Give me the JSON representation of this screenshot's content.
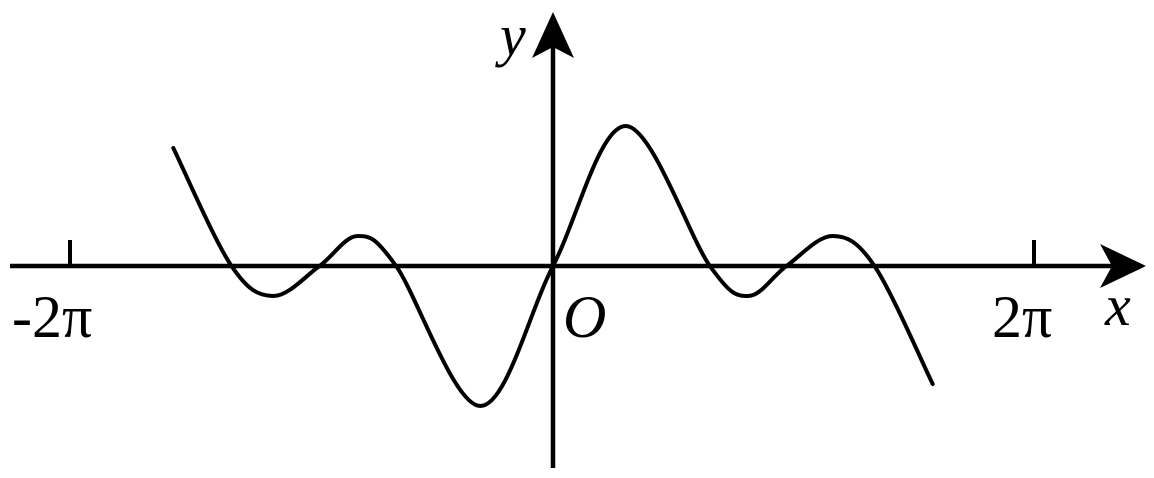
{
  "axes": {
    "x_label": "x",
    "y_label": "y",
    "origin_label": "O",
    "tick_left_label": "-2π",
    "tick_right_label": "2π"
  },
  "curve": {
    "description_points": [
      [
        -4.96,
        2.95
      ],
      [
        -4.2,
        0.0
      ],
      [
        -3.65,
        -0.75
      ],
      [
        -3.05,
        0.0
      ],
      [
        -2.55,
        0.75
      ],
      [
        -2.05,
        0.0
      ],
      [
        -0.95,
        -3.5
      ],
      [
        0.0,
        0.0
      ],
      [
        0.95,
        3.5
      ],
      [
        2.05,
        0.0
      ],
      [
        2.55,
        -0.75
      ],
      [
        3.05,
        0.0
      ],
      [
        3.65,
        0.75
      ],
      [
        4.2,
        0.0
      ],
      [
        4.96,
        -2.95
      ]
    ],
    "x_range": [
      -6.6,
      7.8
    ],
    "y_range": [
      -5.5,
      6.5
    ]
  }
}
